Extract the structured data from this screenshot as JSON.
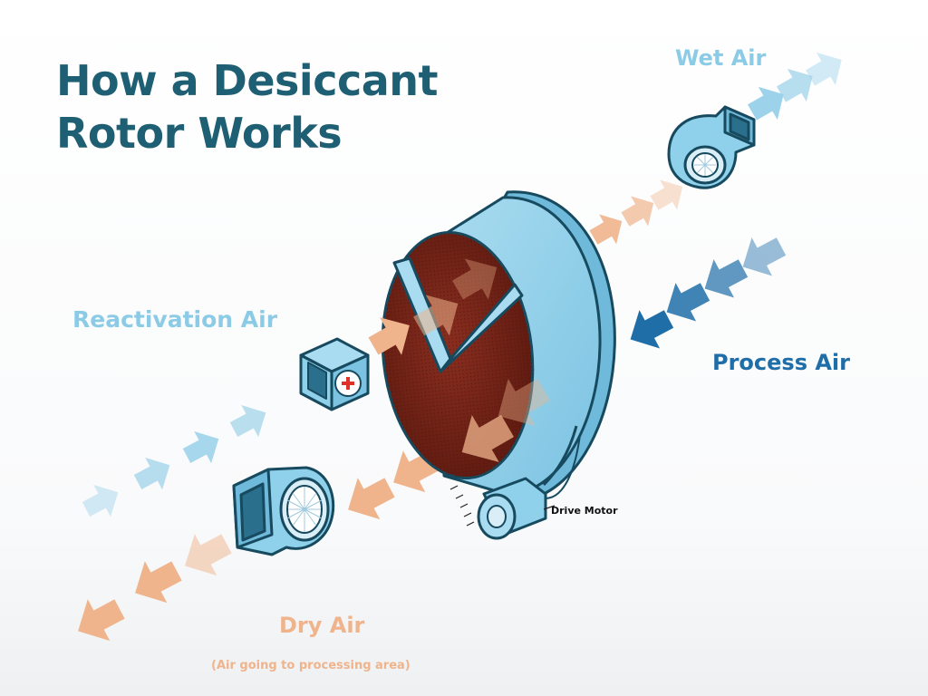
{
  "slide": {
    "title_line1": "How a Desiccant",
    "title_line2": "Rotor Works"
  },
  "labels": {
    "wet_air": "Wet Air",
    "reactivation_air": "Reactivation Air",
    "process_air": "Process Air",
    "dry_air": "Dry Air",
    "dry_air_note": "(Air going to processing area)",
    "drive_motor": "Drive Motor"
  },
  "colors": {
    "title": "#1f5f73",
    "rotor_shell": "#8fd0ea",
    "rotor_outline": "#174a5e",
    "desiccant_media": "#7a2418",
    "wet_air": "#8ccbe6",
    "process_air": "#1f6ea8",
    "dry_air": "#efb48c",
    "heater_cross": "#e0302a"
  },
  "icons": {
    "heater": "heater-box-icon",
    "fan": "blower-fan-icon",
    "arrow": "airflow-arrow-icon"
  }
}
